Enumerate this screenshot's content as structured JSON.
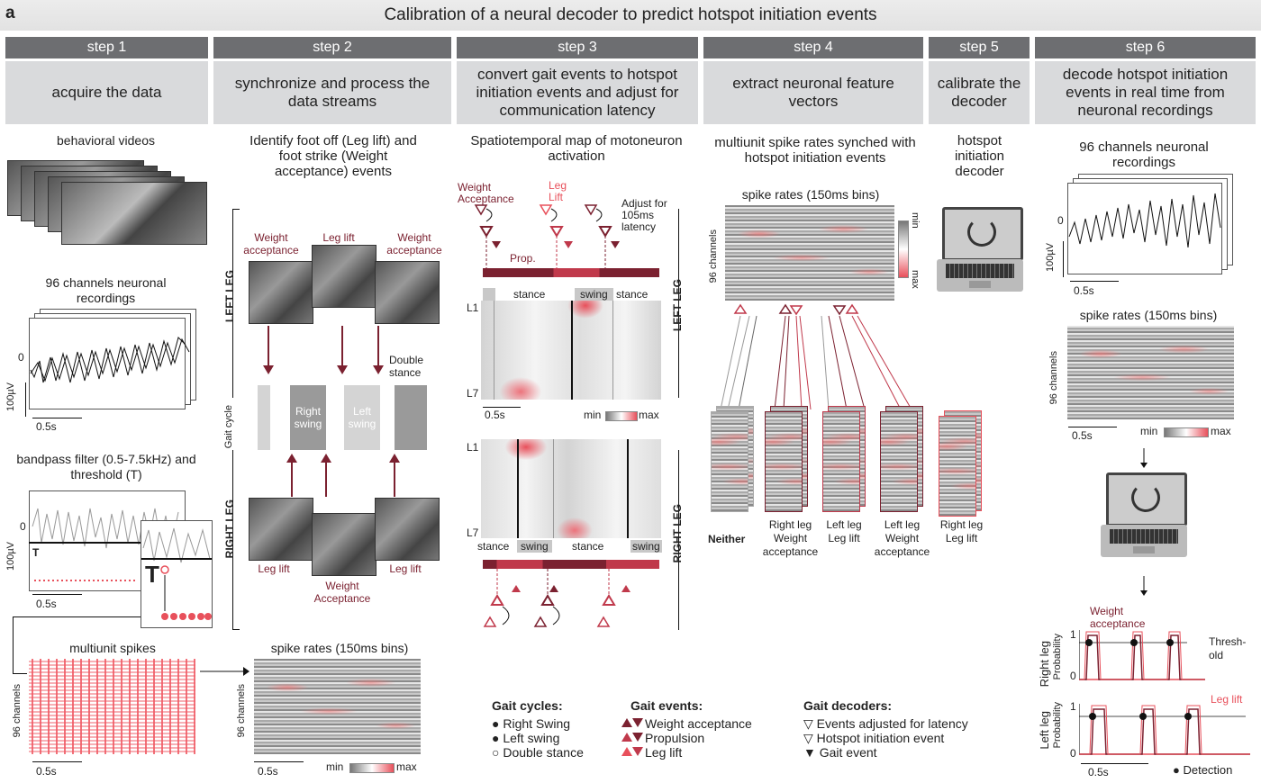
{
  "panel_letter": "a",
  "title": "Calibration of a neural decoder to predict hotspot initiation events",
  "steps": [
    {
      "label": "step 1",
      "desc": "acquire the data"
    },
    {
      "label": "step 2",
      "desc": "synchronize and process the data streams"
    },
    {
      "label": "step 3",
      "desc": "convert gait events to hotspot initiation events and adjust for communication latency"
    },
    {
      "label": "step 4",
      "desc": "extract neuronal feature vectors"
    },
    {
      "label": "step 5",
      "desc": "calibrate the decoder"
    },
    {
      "label": "step 6",
      "desc": "decode hotspot initiation events in real time from neuronal recordings"
    }
  ],
  "col1": {
    "behavioral_videos": "behavioral videos",
    "recordings": "96 channels neuronal recordings",
    "zero": "0",
    "scale_v": "100µV",
    "scale_t": "0.5s",
    "bandpass": "bandpass filter (0.5-7.5kHz) and threshold (T)",
    "T": "T",
    "multiunit": "multiunit spikes",
    "channels": "96 channels"
  },
  "col2": {
    "identify": "Identify foot off (Leg lift) and foot strike (Weight acceptance) events",
    "left_leg": "LEFT LEG",
    "right_leg": "RIGHT LEG",
    "weight_acceptance": "Weight acceptance",
    "leg_lift": "Leg lift",
    "weight_acceptance_cap": "Weight Acceptance",
    "gait_cycle": "Gait cycle",
    "right_swing": "Right swing",
    "left_swing": "Left swing",
    "double_stance": "Double stance",
    "spike_rates": "spike rates (150ms bins)",
    "channels": "96 channels",
    "scale_t": "0.5s",
    "min": "min",
    "max": "max"
  },
  "col3": {
    "map_title": "Spatiotemporal map of motoneuron activation",
    "weight_acceptance": "Weight Acceptance",
    "leg_lift": "Leg Lift",
    "adjust": "Adjust for 105ms latency",
    "prop": "Prop.",
    "stance": "stance",
    "swing": "swing",
    "L1": "L1",
    "L7": "L7",
    "scale_t": "0.5s",
    "min": "min",
    "max": "max",
    "left_leg": "LEFT LEG",
    "right_leg": "RIGHT LEG"
  },
  "col4": {
    "title": "multiunit spike rates synched with hotspot initiation events",
    "spike_rates": "spike rates (150ms bins)",
    "channels": "96 channels",
    "min": "min",
    "max": "max",
    "classes": [
      "Neither",
      "Right leg Weight acceptance",
      "Left leg Leg lift",
      "Left leg Weight acceptance",
      "Right leg Leg lift"
    ]
  },
  "col5": {
    "title": "hotspot initiation decoder"
  },
  "col6": {
    "recordings": "96 channels neuronal recordings",
    "zero": "0",
    "scale_v": "100µV",
    "scale_t": "0.5s",
    "spike_rates": "spike rates (150ms bins)",
    "channels": "96 channels",
    "min": "min",
    "max": "max",
    "weight_acceptance": "Weight acceptance",
    "threshold": "Thresh- old",
    "right_leg": "Right leg",
    "left_leg": "Left leg",
    "probability": "Probability",
    "one": "1",
    "zero_p": "0",
    "leg_lift": "Leg lift",
    "detection": "● Detection"
  },
  "legend": {
    "gait_cycles_h": "Gait cycles:",
    "gait_cycles": [
      "● Right Swing",
      "● Left swing",
      "○ Double stance"
    ],
    "gait_events_h": "Gait events:",
    "gait_events": [
      "Weight acceptance",
      "Propulsion",
      "Leg lift"
    ],
    "gait_decoders_h": "Gait decoders:",
    "gait_decoders": [
      "▽ Events adjusted for latency",
      "▽ Hotspot initiation event",
      "▼ Gait event"
    ]
  },
  "colors": {
    "dark_red": "#7b2130",
    "mid_red": "#c0394b",
    "light_red": "#e8505b",
    "step_gray": "#6d6e71",
    "desc_gray": "#d9dadc"
  }
}
